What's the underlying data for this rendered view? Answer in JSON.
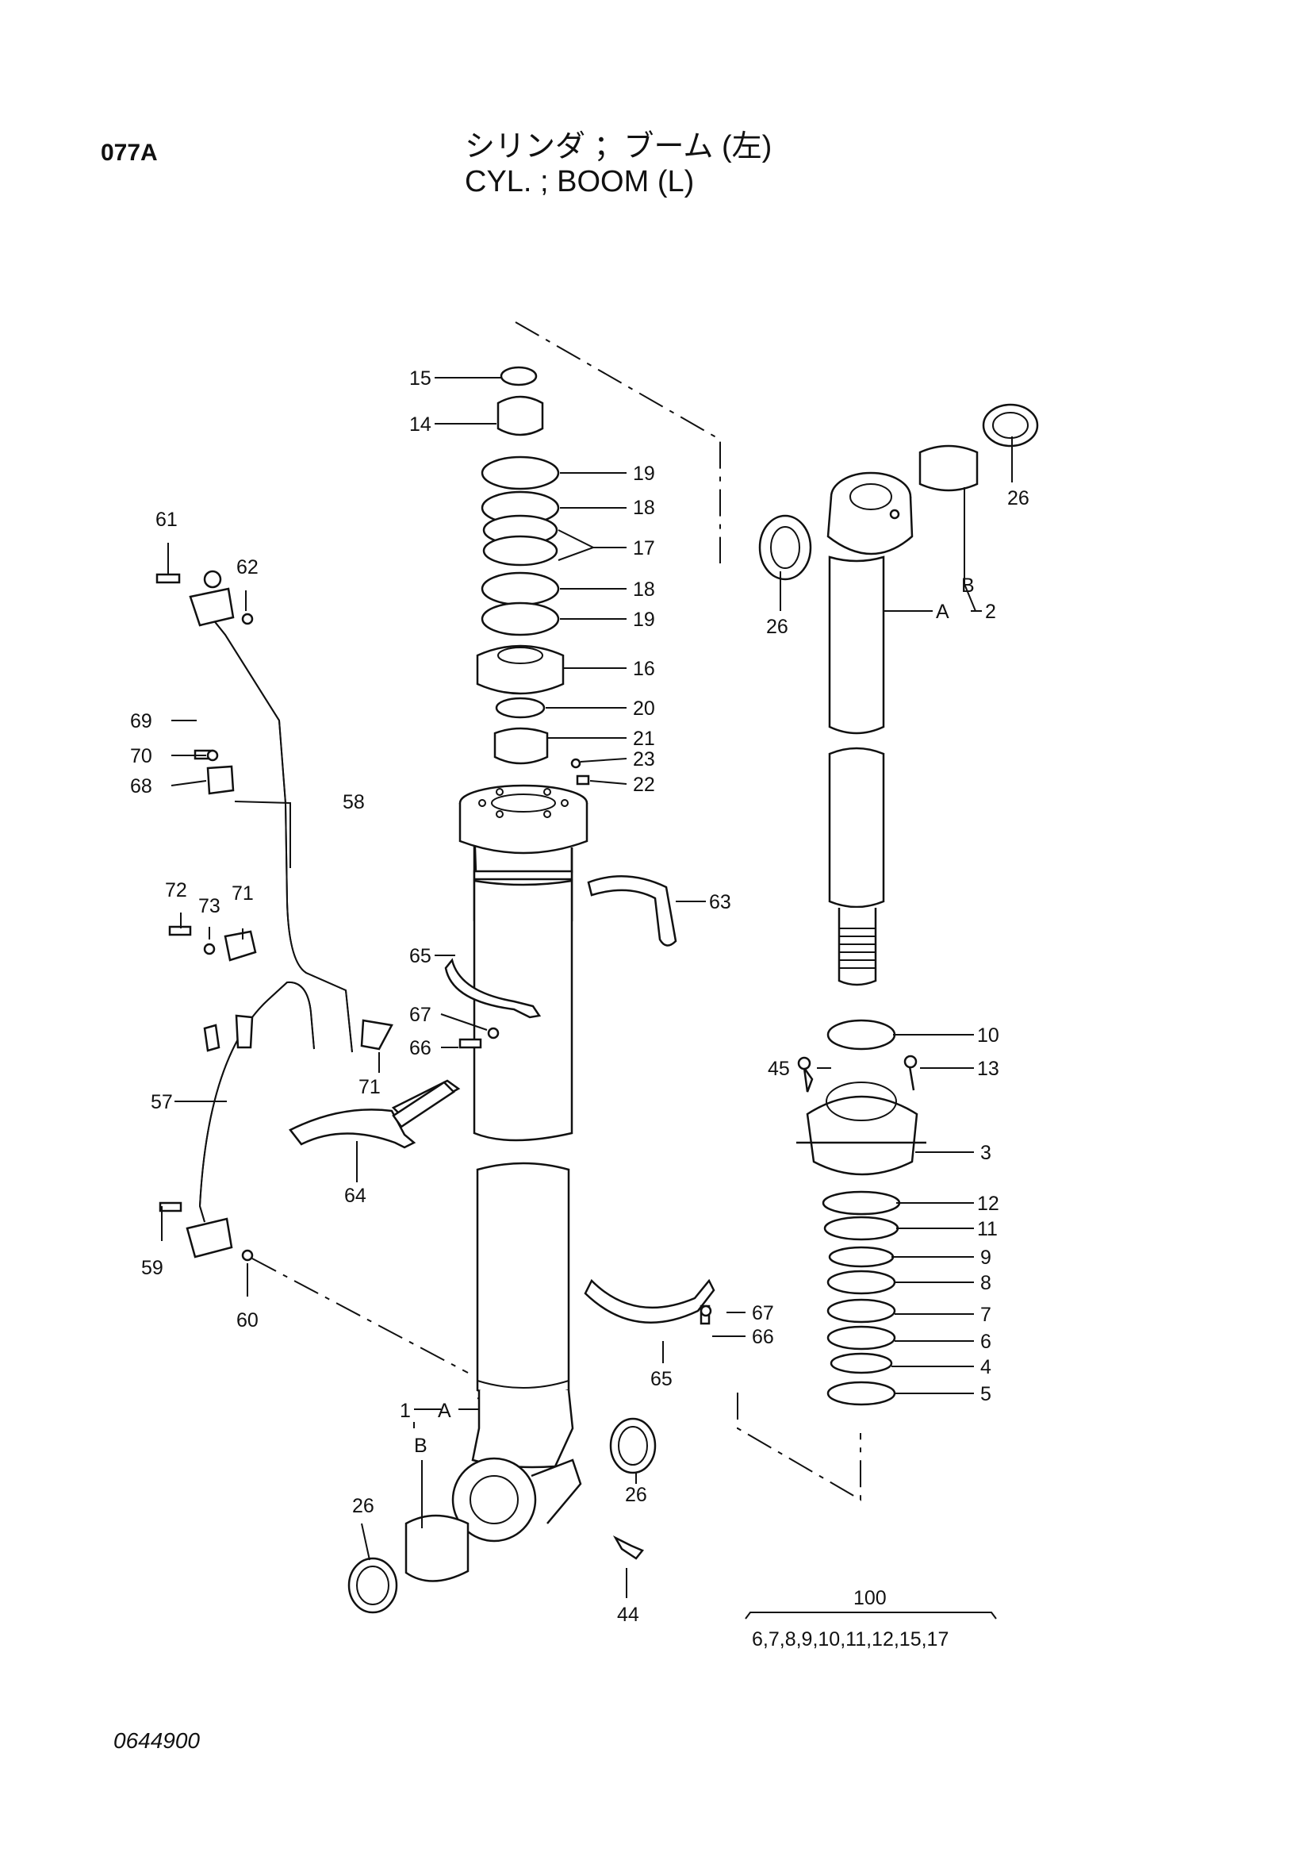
{
  "header": {
    "page_code": "077A",
    "title_jp": "シリンダ ；ブーム (左)",
    "title_en": "CYL. ; BOOM (L)"
  },
  "footer": {
    "doc_number": "0644900"
  },
  "kit": {
    "label": "100",
    "contents": "6,7,8,9,10,11,12,15,17"
  },
  "callouts": {
    "c15": "15",
    "c14": "14",
    "c19a": "19",
    "c18a": "18",
    "c17": "17",
    "c18b": "18",
    "c19b": "19",
    "c16": "16",
    "c20": "20",
    "c21": "21",
    "c23": "23",
    "c22": "22",
    "c63": "63",
    "c65a": "65",
    "c67a": "67",
    "c66a": "66",
    "c64": "64",
    "c65b": "65",
    "c67b": "67",
    "c66b": "66",
    "c61": "61",
    "c62": "62",
    "c69": "69",
    "c70": "70",
    "c68": "68",
    "c58": "58",
    "c72": "72",
    "c73": "73",
    "c71a": "71",
    "c71b": "71",
    "c57": "57",
    "c59": "59",
    "c60": "60",
    "c26a": "26",
    "c26b": "26",
    "c26c": "26",
    "c26d": "26",
    "c2": "2",
    "c2A": "A",
    "c2B": "B",
    "c1": "1",
    "c1A": "A",
    "c1B": "B",
    "c10": "10",
    "c45": "45",
    "c13": "13",
    "c3": "3",
    "c12": "12",
    "c11": "11",
    "c9": "9",
    "c8": "8",
    "c7": "7",
    "c6": "6",
    "c4": "4",
    "c5": "5",
    "c44": "44"
  }
}
